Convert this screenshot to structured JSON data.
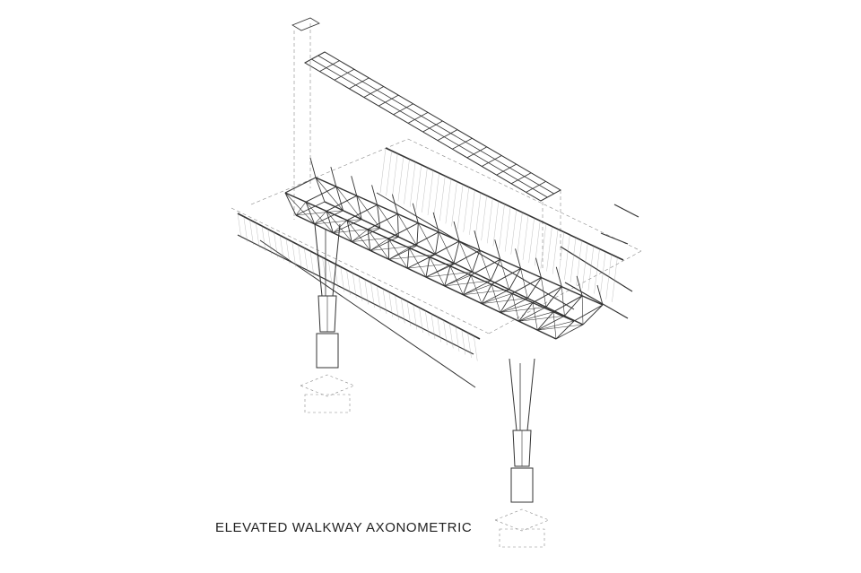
{
  "drawing": {
    "caption": "ELEVATED WALKWAY AXONOMETRIC",
    "line_color": "#333333",
    "dash_color": "#888888",
    "panel_rows": 3,
    "panel_cols": 16,
    "truss_bays": 14,
    "column_count": 2
  }
}
